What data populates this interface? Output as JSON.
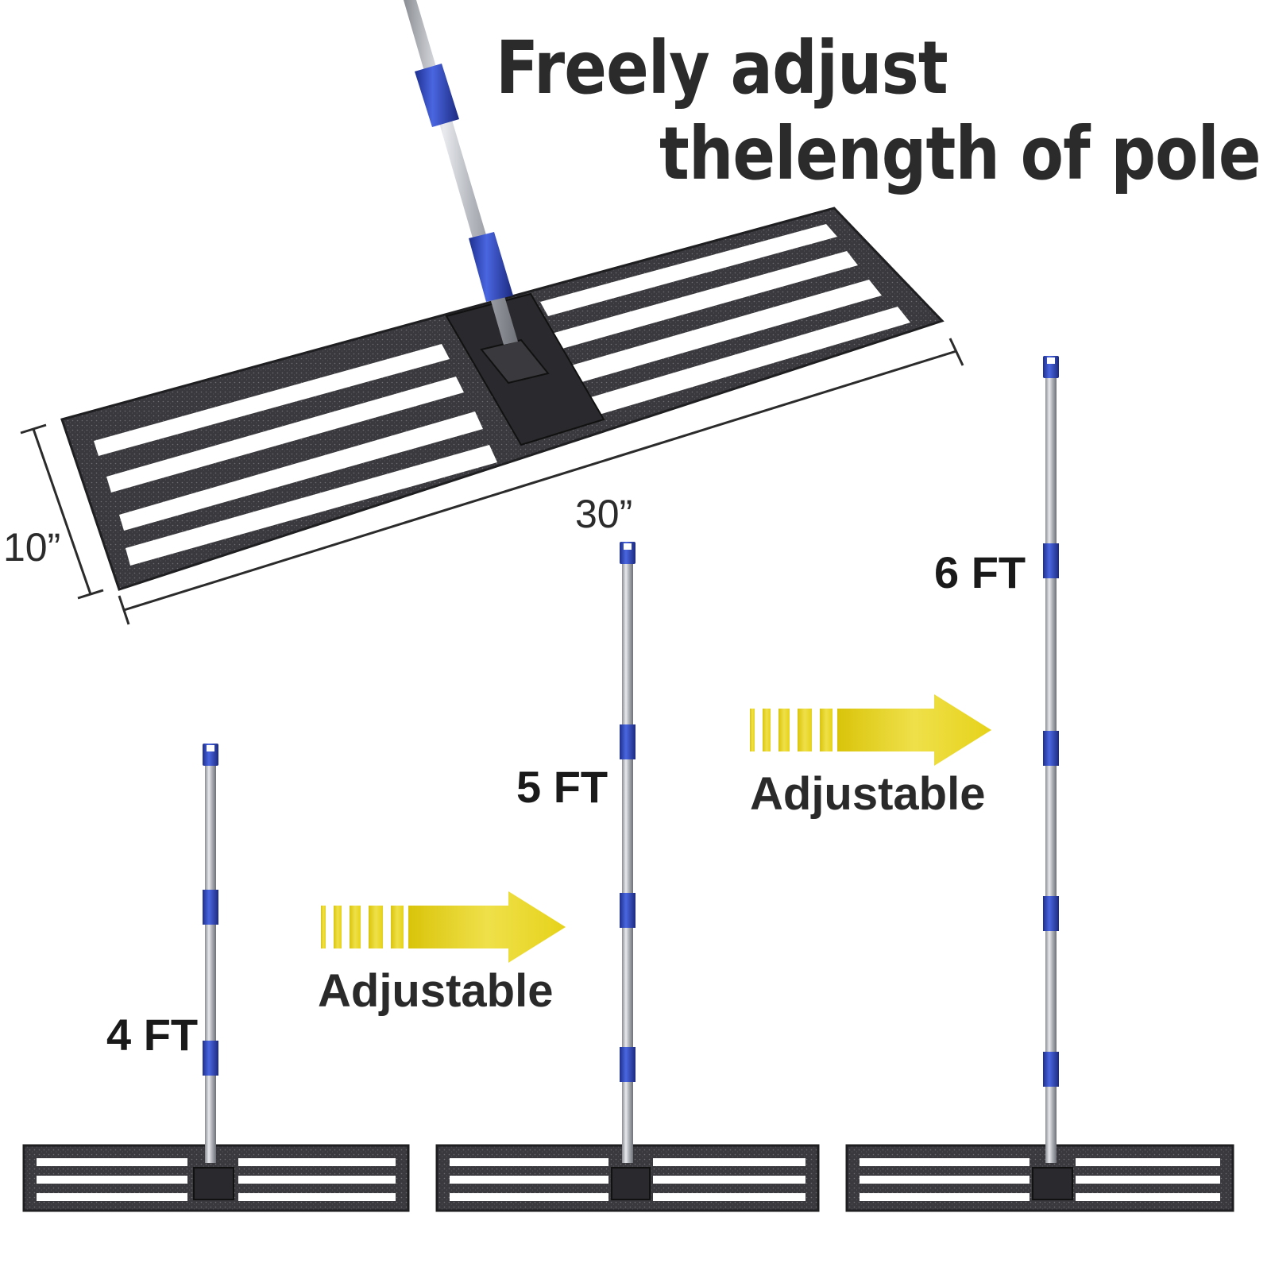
{
  "headline": {
    "line1": "Freely adjust",
    "line2": "thelength of pole"
  },
  "dimensions": {
    "width": "10”",
    "length": "30”"
  },
  "heights": {
    "short": "4 FT",
    "medium": "5 FT",
    "tall": "6 FT"
  },
  "arrows": {
    "label_1": "Adjustable",
    "label_2": "Adjustable"
  },
  "colors": {
    "frame": "#3a3a3e",
    "pole_steel": "#b9bcc2",
    "grip_blue": "#2f49c4",
    "arrow_yellow": "#e3cf14",
    "text_dark": "#2b2b2b"
  }
}
